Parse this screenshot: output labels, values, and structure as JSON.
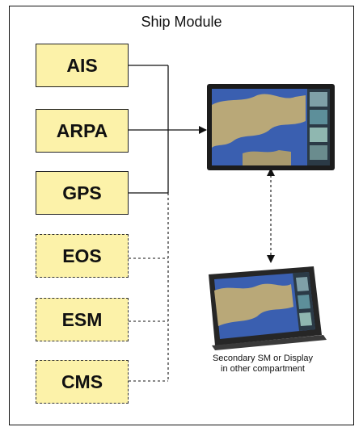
{
  "title": "Ship Module",
  "modules": [
    {
      "label": "AIS",
      "style": "solid"
    },
    {
      "label": "ARPA",
      "style": "solid"
    },
    {
      "label": "GPS",
      "style": "solid"
    },
    {
      "label": "EOS",
      "style": "dashed"
    },
    {
      "label": "ESM",
      "style": "dashed"
    },
    {
      "label": "CMS",
      "style": "dashed"
    }
  ],
  "caption": {
    "line1": "Secondary SM or Display",
    "line2": "in other compartment"
  },
  "colors": {
    "module_fill": "#fcf2a9",
    "line": "#111111",
    "screen_water": "#3a5fb0",
    "screen_land": "#b9a878"
  }
}
